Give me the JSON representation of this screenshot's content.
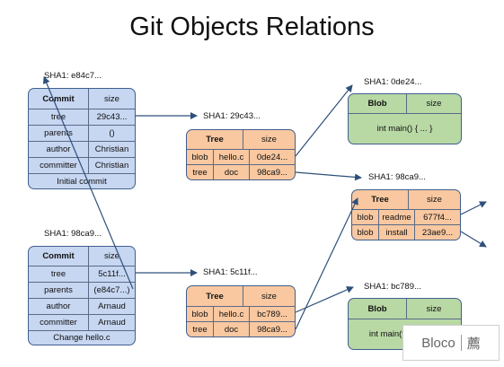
{
  "title": "Git Objects Relations",
  "labels": {
    "commit1_sha": "SHA1: e84c7...",
    "tree1_sha": "SHA1: 29c43...",
    "blob1_sha": "SHA1: 0de24...",
    "tree2_sha": "SHA1: 98ca9...",
    "commit2_sha": "SHA1: 98ca9...",
    "tree3_sha": "SHA1: 5c11f...",
    "blob2_sha": "SHA1: bc789..."
  },
  "commit1": {
    "header": [
      "Commit",
      "size"
    ],
    "rows": [
      [
        "tree",
        "29c43..."
      ],
      [
        "parents",
        "()"
      ],
      [
        "author",
        "Christian"
      ],
      [
        "committer",
        "Christian"
      ]
    ],
    "message": "Initial commit"
  },
  "commit2": {
    "header": [
      "Commit",
      "size"
    ],
    "rows": [
      [
        "tree",
        "5c11f..."
      ],
      [
        "parents",
        "(e84c7...)"
      ],
      [
        "author",
        "Arnaud"
      ],
      [
        "committer",
        "Arnaud"
      ]
    ],
    "message": "Change hello.c"
  },
  "tree1": {
    "header": [
      "Tree",
      "size"
    ],
    "rows": [
      [
        "blob",
        "hello.c",
        "0de24..."
      ],
      [
        "tree",
        "doc",
        "98ca9..."
      ]
    ]
  },
  "tree2": {
    "header": [
      "Tree",
      "size"
    ],
    "rows": [
      [
        "blob",
        "readme",
        "677f4..."
      ],
      [
        "blob",
        "install",
        "23ae9..."
      ]
    ]
  },
  "tree3": {
    "header": [
      "Tree",
      "size"
    ],
    "rows": [
      [
        "blob",
        "hello.c",
        "bc789..."
      ],
      [
        "tree",
        "doc",
        "98ca9..."
      ]
    ]
  },
  "blob1": {
    "header": [
      "Blob",
      "size"
    ],
    "content": "int main() { ... }"
  },
  "blob2": {
    "header": [
      "Blob",
      "size"
    ],
    "content": "int main(void) { ... }"
  },
  "watermark": {
    "left": "Bloco",
    "right": "薦"
  },
  "colors": {
    "commit": "#c7d6f1",
    "tree": "#f9c8a0",
    "blob": "#b8d8a4",
    "border": "#3f5f8f",
    "arrow": "#2e4f7a"
  }
}
